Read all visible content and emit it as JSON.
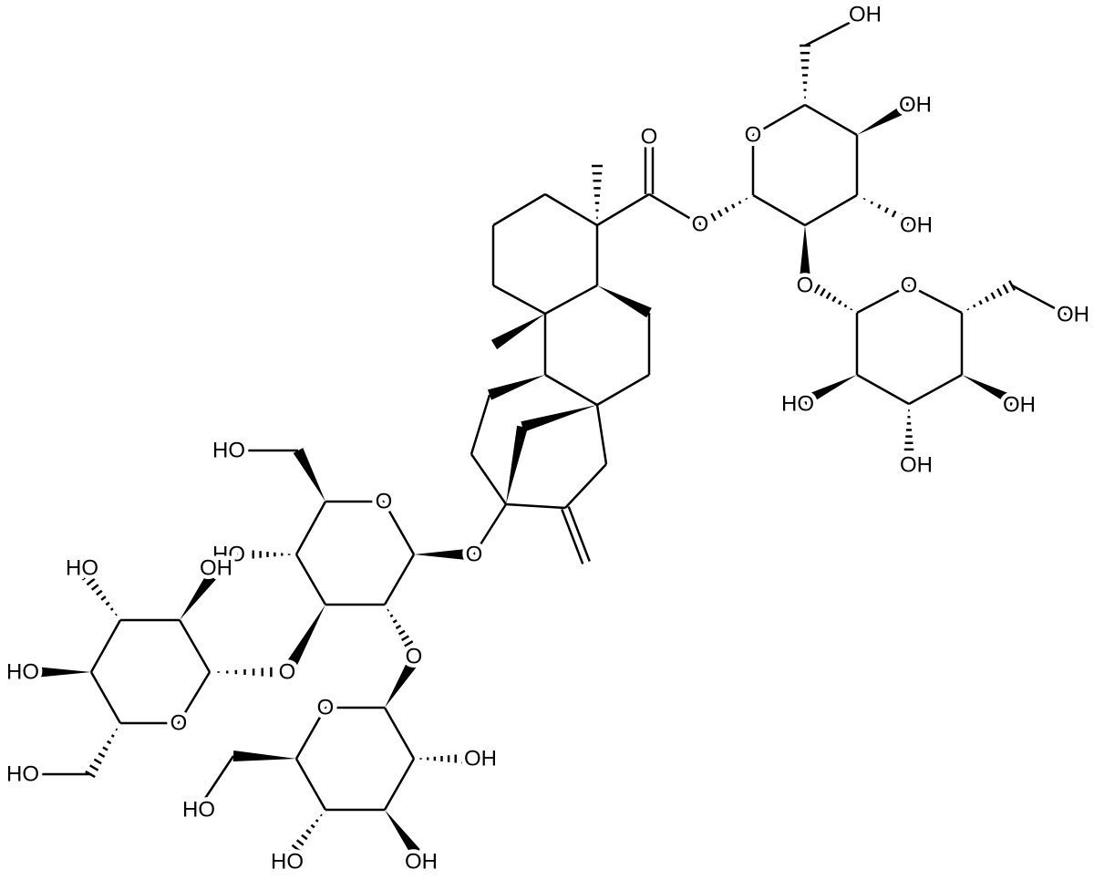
{
  "diagram": {
    "type": "chemical-structure",
    "bond_color": "#000000",
    "labels": [
      "O",
      "O",
      "O",
      "OH",
      "OH",
      "OH",
      "O",
      "O",
      "OH",
      "OH",
      "OH",
      "HO",
      "O",
      "O",
      "HO",
      "HO",
      "O",
      "O",
      "O",
      "HO",
      "HO",
      "OH",
      "HO",
      "O",
      "HO",
      "HO",
      "OH",
      "OH"
    ]
  }
}
